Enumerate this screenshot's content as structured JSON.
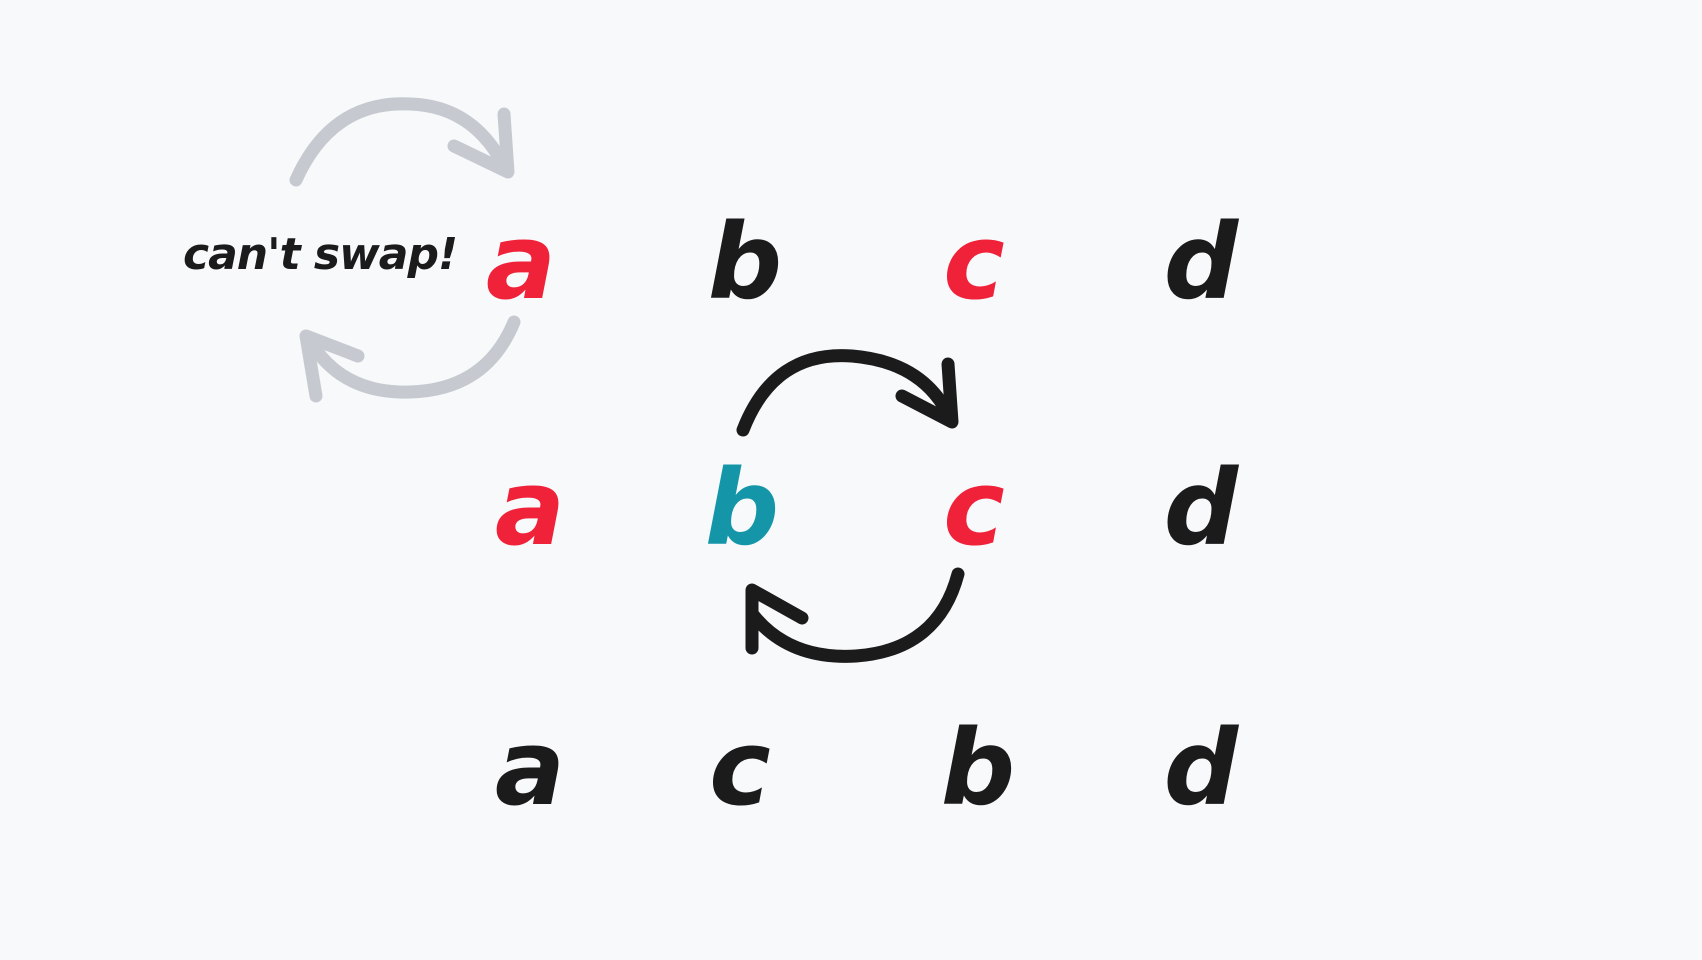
{
  "colors": {
    "background": "#f7f9fb",
    "ink": "#1b1b1b",
    "highlight_red": "#f0223a",
    "highlight_teal": "#1596a8",
    "faded_arrow": "#c6cad0"
  },
  "note": {
    "text": "can't swap!"
  },
  "rows": [
    {
      "letters": [
        {
          "text": "a",
          "color": "#f0223a"
        },
        {
          "text": "b",
          "color": "#1b1b1b"
        },
        {
          "text": "c",
          "color": "#f0223a"
        },
        {
          "text": "d",
          "color": "#1b1b1b"
        }
      ]
    },
    {
      "letters": [
        {
          "text": "a",
          "color": "#f0223a"
        },
        {
          "text": "b",
          "color": "#1596a8"
        },
        {
          "text": "c",
          "color": "#f0223a"
        },
        {
          "text": "d",
          "color": "#1b1b1b"
        }
      ]
    },
    {
      "letters": [
        {
          "text": "a",
          "color": "#1b1b1b"
        },
        {
          "text": "c",
          "color": "#1b1b1b"
        },
        {
          "text": "b",
          "color": "#1b1b1b"
        },
        {
          "text": "d",
          "color": "#1b1b1b"
        }
      ]
    }
  ]
}
